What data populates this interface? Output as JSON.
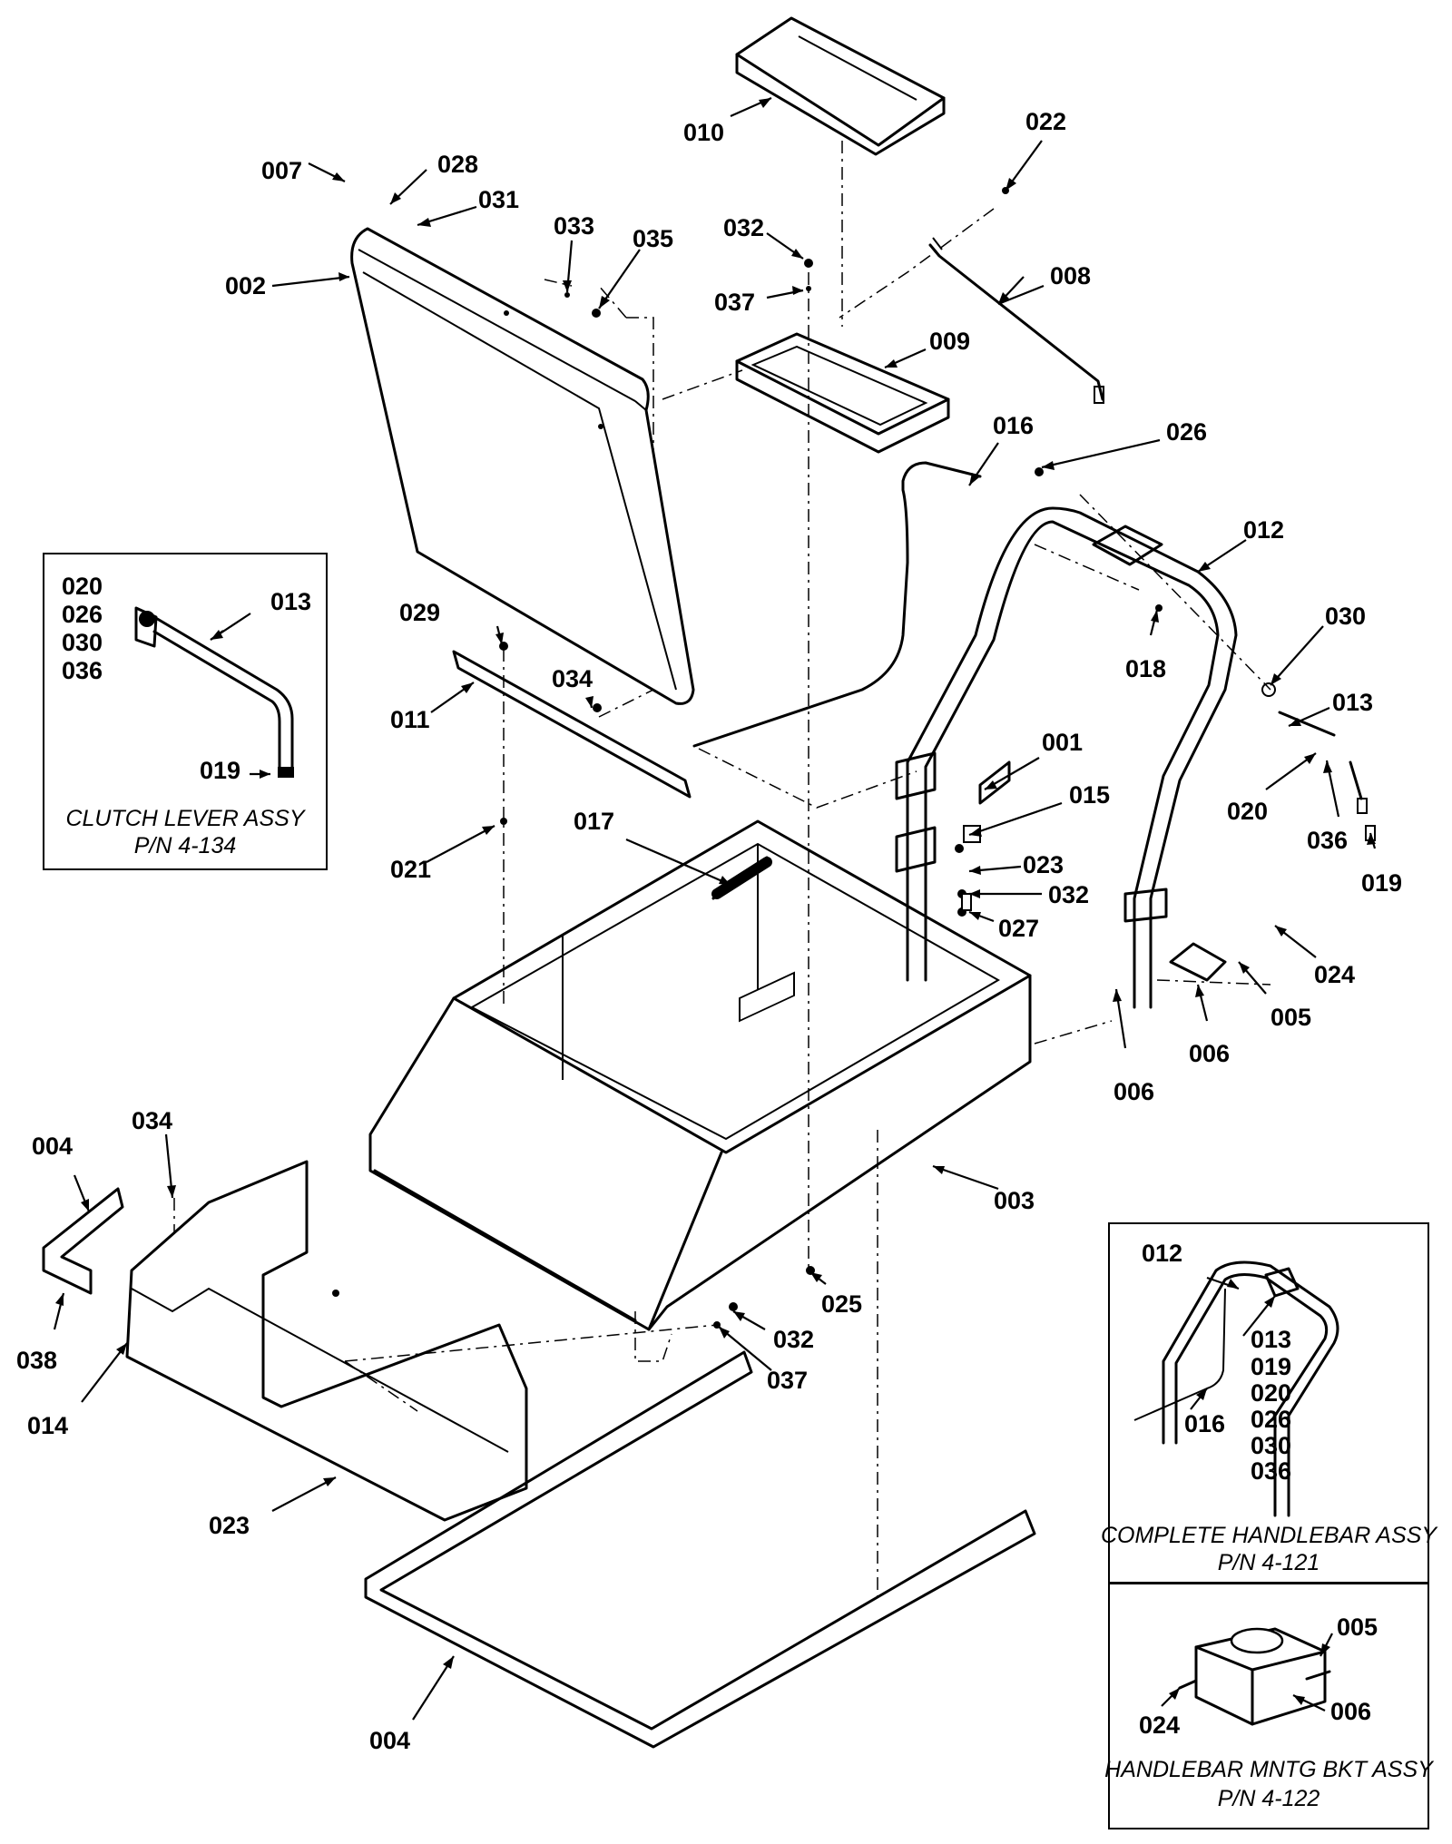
{
  "callouts": {
    "p002": "002",
    "p007": "007",
    "p028": "028",
    "p031": "031",
    "p033": "033",
    "p035": "035",
    "p010": "010",
    "p022": "022",
    "p032a": "032",
    "p037a": "037",
    "p008": "008",
    "p009": "009",
    "p016": "016",
    "p026": "026",
    "p012": "012",
    "p018": "018",
    "p030": "030",
    "p013": "013",
    "p020": "020",
    "p036": "036",
    "p019": "019",
    "p029": "029",
    "p034a": "034",
    "p011": "011",
    "p001": "001",
    "p015": "015",
    "p023a": "023",
    "p032b": "032",
    "p027": "027",
    "p017": "017",
    "p021": "021",
    "p024": "024",
    "p005": "005",
    "p006a": "006",
    "p006b": "006",
    "p003": "003",
    "p004a": "004",
    "p034b": "034",
    "p038": "038",
    "p014": "014",
    "p025": "025",
    "p032c": "032",
    "p037b": "037",
    "p023b": "023",
    "p004b": "004"
  },
  "clutch_inset": {
    "labels": [
      "020",
      "026",
      "030",
      "036"
    ],
    "p013": "013",
    "p019": "019",
    "title": "CLUTCH LEVER ASSY",
    "pn": "P/N 4-134"
  },
  "handlebar_inset": {
    "p012": "012",
    "p016": "016",
    "labels": [
      "013",
      "019",
      "020",
      "026",
      "030",
      "036"
    ],
    "title": "COMPLETE HANDLEBAR ASSY",
    "pn": "P/N 4-121"
  },
  "bracket_inset": {
    "p005": "005",
    "p024": "024",
    "p006": "006",
    "title": "HANDLEBAR MNTG BKT ASSY",
    "pn": "P/N 4-122"
  }
}
